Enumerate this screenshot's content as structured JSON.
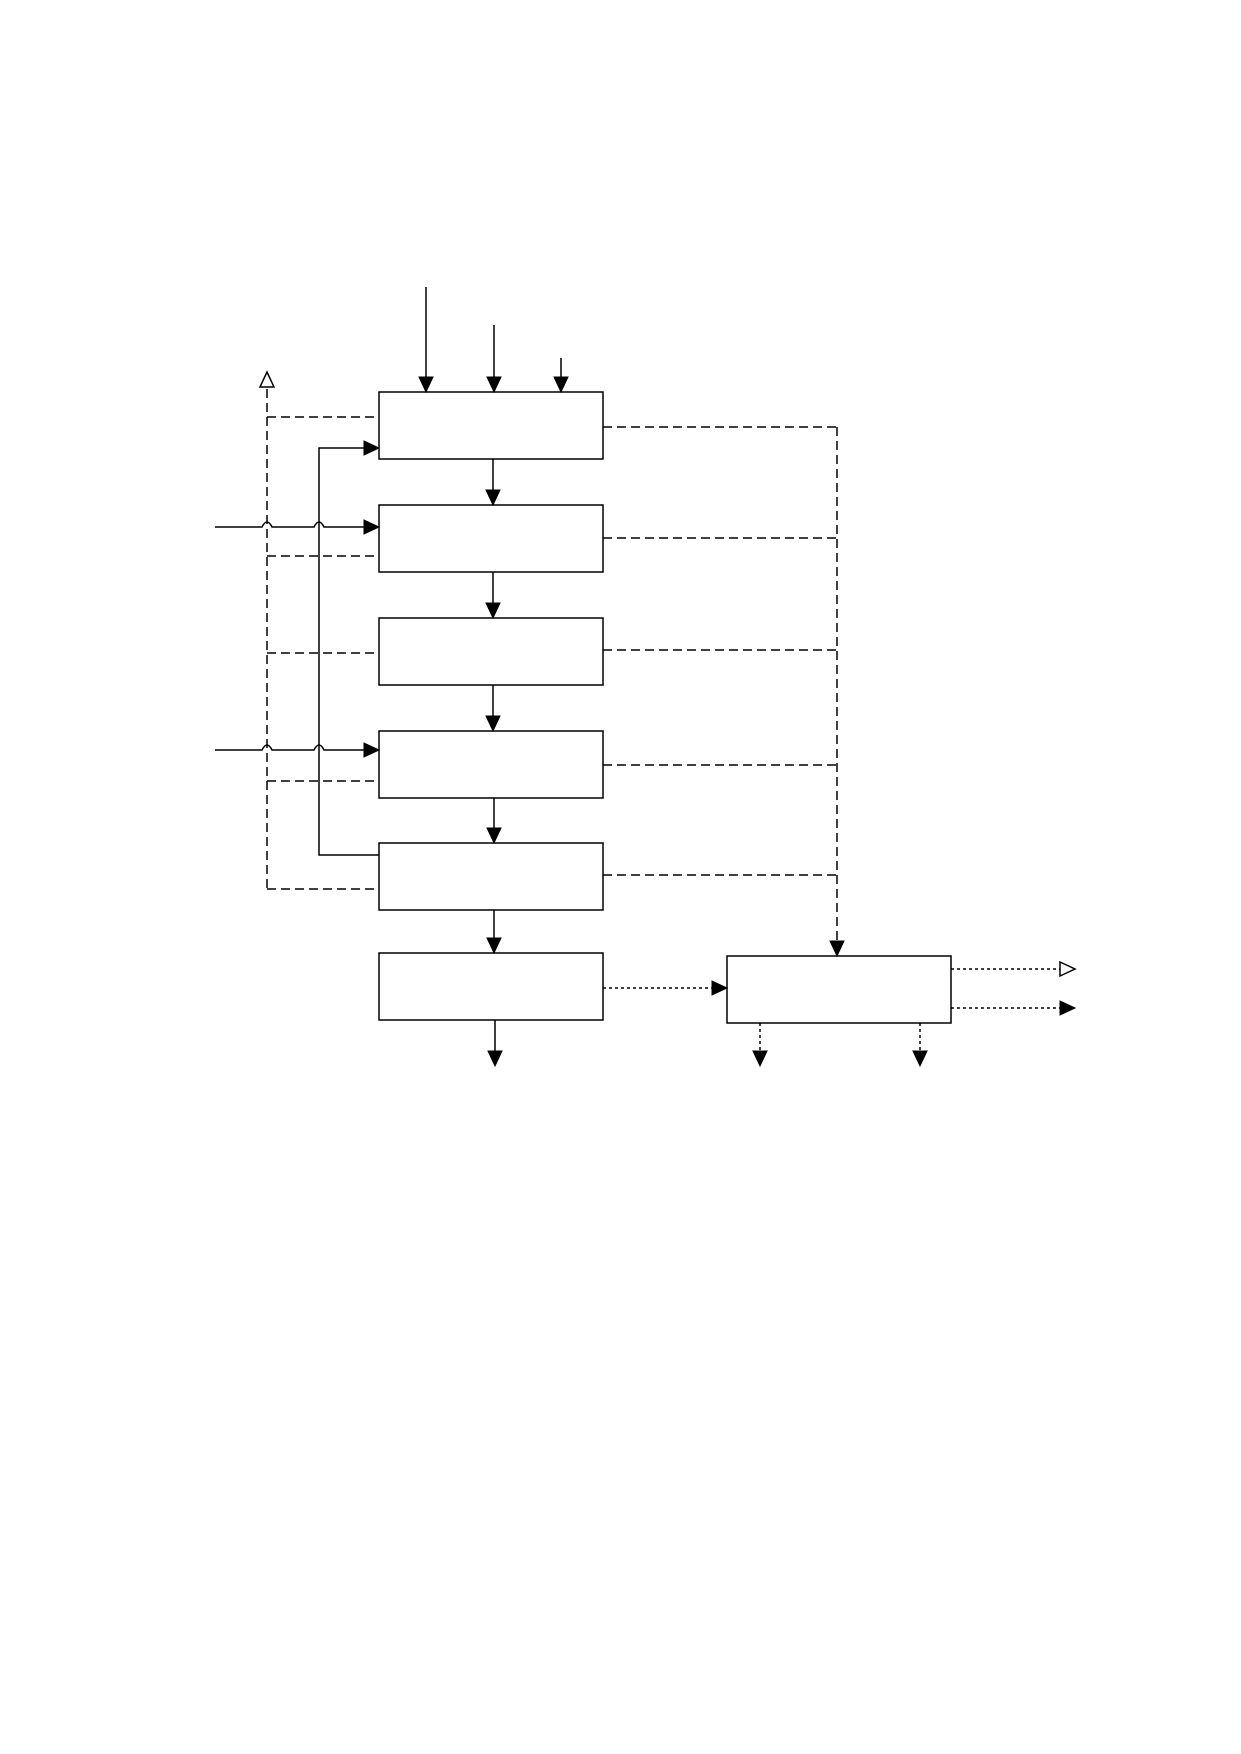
{
  "diagram": {
    "colors": {
      "line": "#000000",
      "background": "#ffffff"
    },
    "line_styles": [
      "solid",
      "dashed",
      "dotted"
    ],
    "boxes": [
      {
        "id": "box-1",
        "label": ""
      },
      {
        "id": "box-2",
        "label": ""
      },
      {
        "id": "box-3",
        "label": ""
      },
      {
        "id": "box-4",
        "label": ""
      },
      {
        "id": "box-5",
        "label": ""
      },
      {
        "id": "box-6",
        "label": ""
      },
      {
        "id": "box-side",
        "label": ""
      }
    ]
  }
}
